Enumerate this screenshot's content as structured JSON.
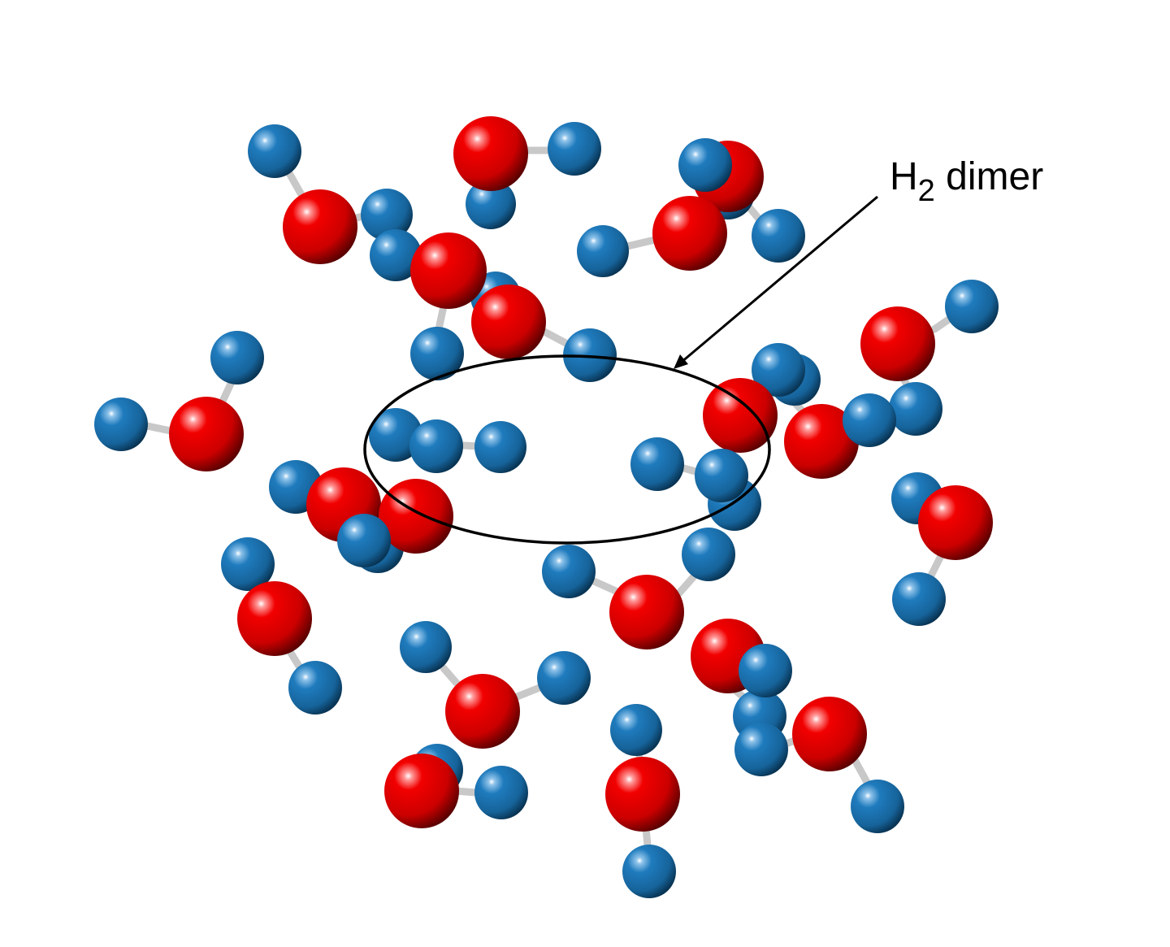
{
  "annotation": {
    "label_main": "H",
    "label_subscript": "2",
    "label_rest": " dimer"
  },
  "colors": {
    "oxygen": "#e00000",
    "hydrogen": "#1a6fa8",
    "bond": "#c8c8c8",
    "annotation": "#000000",
    "background": "#ffffff"
  }
}
